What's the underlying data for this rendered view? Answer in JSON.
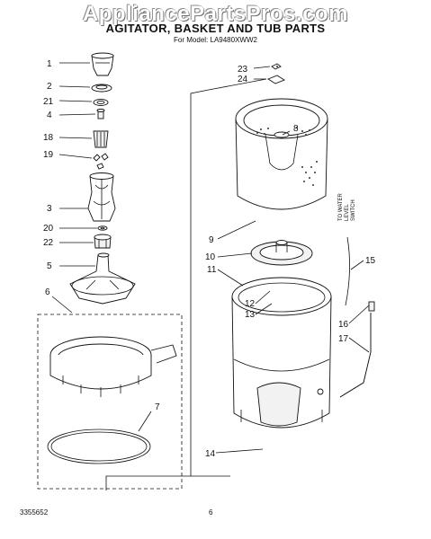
{
  "header": {
    "watermark": "AppliancePartsPros.com",
    "title": "AGITATOR, BASKET AND TUB PARTS",
    "subtitle": "For Model: LA9480XWW2"
  },
  "footer": {
    "doc_number": "3355652",
    "page_number": "6"
  },
  "diagram": {
    "callouts": [
      "1",
      "2",
      "21",
      "4",
      "18",
      "19",
      "3",
      "20",
      "22",
      "5",
      "6",
      "7",
      "23",
      "24",
      "8",
      "9",
      "10",
      "11",
      "12",
      "13",
      "14",
      "15",
      "16",
      "17"
    ],
    "note_lines": [
      "TO WATER",
      "LEVEL",
      "SWITCH"
    ]
  }
}
